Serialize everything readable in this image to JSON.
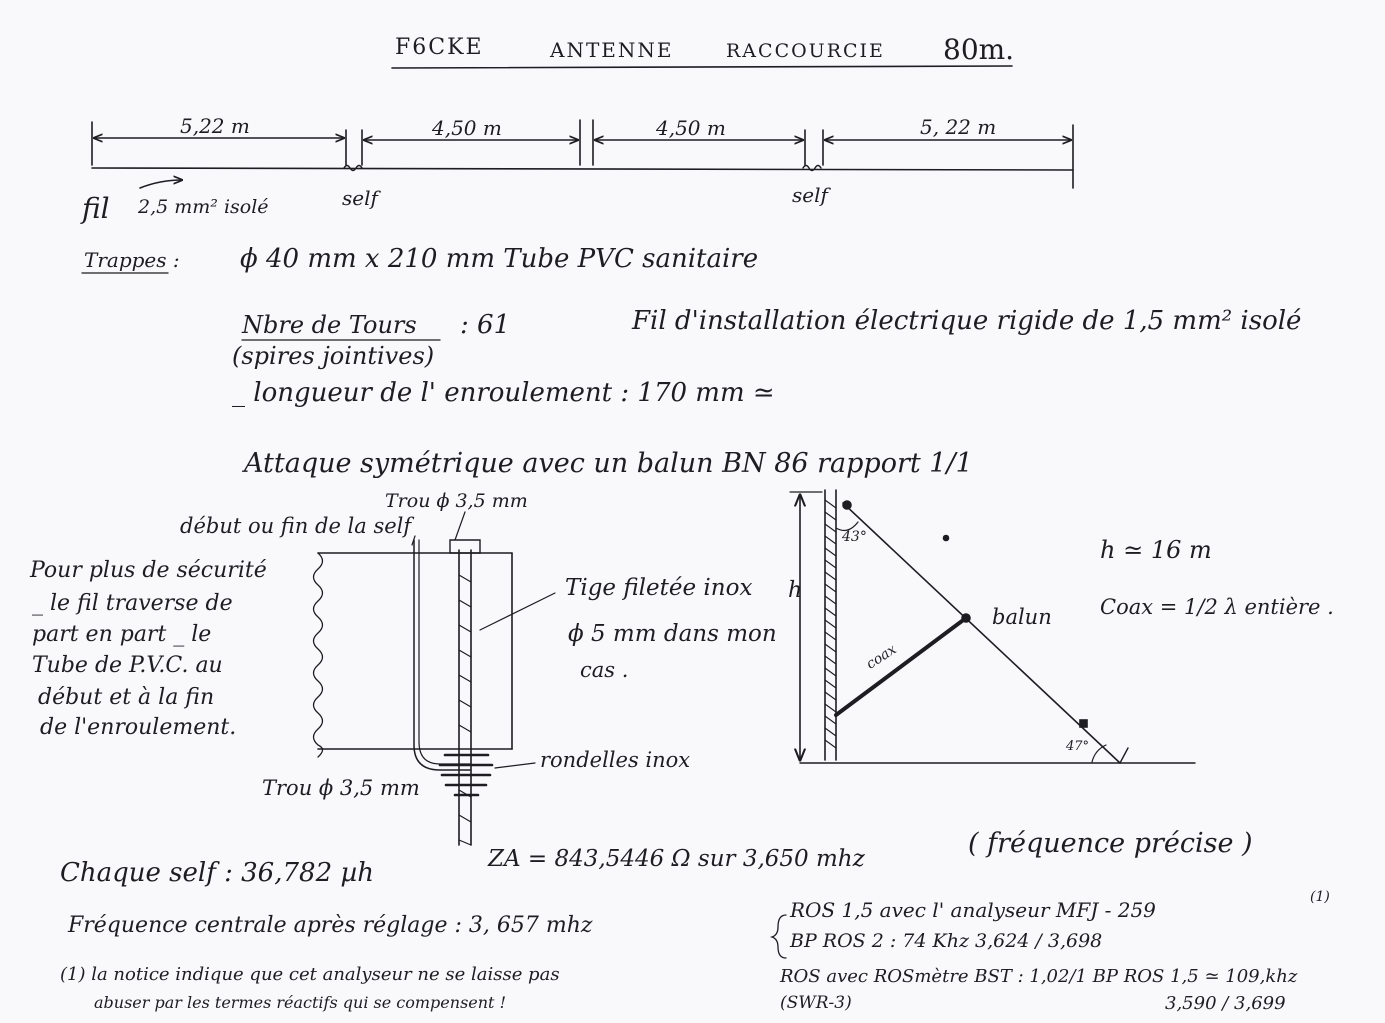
{
  "title": {
    "callsign": "F6CKE",
    "word1": "ANTENNE",
    "word2": "RACCOURCIE",
    "band": "80m."
  },
  "dimensions": {
    "seg1": "5,22 m",
    "seg2": "4,50 m",
    "seg3": "4,50 m",
    "seg4": "5, 22 m",
    "wire_label": "fil",
    "wire_spec": "2,5 mm² isolé",
    "self_left": "self",
    "self_right": "self"
  },
  "trappes": {
    "label": "Trappes :",
    "spec": "ϕ 40 mm   x   210 mm      Tube  PVC  sanitaire"
  },
  "tours": {
    "label": "Nbre de Tours",
    "value": ":  61",
    "wire": "Fil d'installation électrique rigide de 1,5 mm² isolé",
    "note": "(spires  jointives)",
    "length": "_ longueur  de  l' enroulement :  170 mm ≃"
  },
  "attaque": "Attaque   symétrique    avec   un  balun   BN 86   rapport  1/1",
  "coil": {
    "trou_top": "Trou  ϕ 3,5 mm",
    "debut": "début ou fin de la self",
    "safety": [
      "Pour  plus  de sécurité",
      "_ le fil traverse de",
      "part en part  _ le",
      "Tube de P.V.C. au",
      "début  et à la fin",
      "de l'enroulement."
    ],
    "tige": [
      "Tige  filetée  inox",
      "ϕ 5 mm  dans  mon",
      "cas ."
    ],
    "rondelles": "rondelles  inox",
    "trou_bottom": "Trou  ϕ 3,5 mm"
  },
  "mast": {
    "h_letter": "h",
    "angle_top": "43°",
    "angle_bottom": "47°",
    "balun": "balun",
    "coax": "coax",
    "h_value": "h  ≃  16 m",
    "coax_length": "Coax  =  1/2 λ  entière ."
  },
  "bottom": {
    "self_value": "Chaque  self :   36,782  µh",
    "za": "ZA  =  843,5446  Ω   sur  3,650 mhz",
    "precise": "( fréquence  précise  )",
    "freq_center": "Fréquence   centrale   après  réglage  :   3, 657  mhz",
    "ros1": "ROS   1,5   avec   l' analyseur  MFJ - 259",
    "ros1_note": "(1)",
    "bp": "BP  ROS   2 : 74 Khz      3,624 / 3,698",
    "ros2": "ROS  avec  ROSmètre  BST :  1,02/1   BP ROS 1,5 ≃ 109,khz",
    "ros2_model": "(SWR-3)",
    "ros2_range": "3,590 / 3,699",
    "footnote1": "(1)  la notice  indique  que  cet  analyseur  ne  se  laisse  pas",
    "footnote2": "abuser  par  les termes  réactifs  qui se  compensent !"
  }
}
